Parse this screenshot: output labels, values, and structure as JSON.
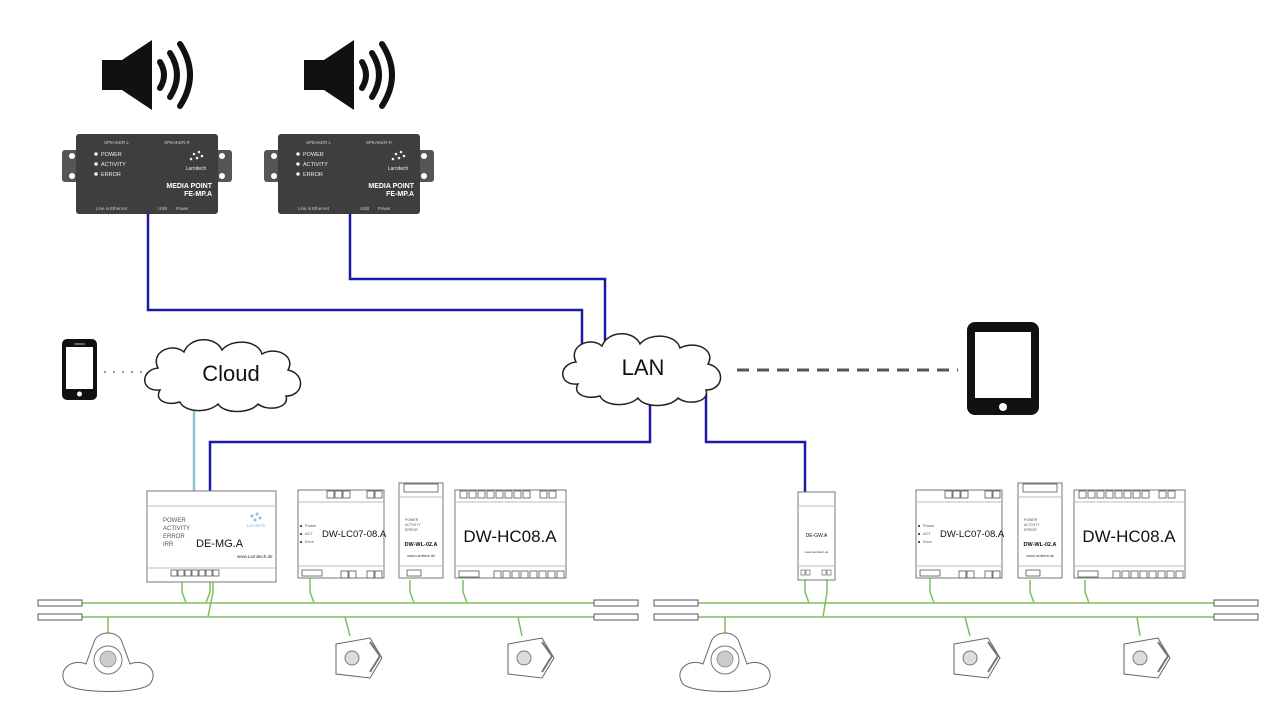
{
  "colors": {
    "lan_cable": "#1a1aa8",
    "cloud_cable": "#8fbfd0",
    "bus_line": "#7fbf5f",
    "device_dark": "#3c3c3c",
    "module_border": "#666666"
  },
  "cloud": {
    "label": "Cloud"
  },
  "lan": {
    "label": "LAN"
  },
  "media_points": [
    {
      "title1": "MEDIA POINT",
      "title2": "FE-MP.A",
      "leds": [
        "POWER",
        "ACTIVITY",
        "ERROR"
      ],
      "top_labels": [
        "SPEAKER L",
        "SPEAKER R"
      ],
      "brand": "Larnitech",
      "ports": [
        "Line in",
        "Ethernet",
        "USB",
        "Power"
      ]
    },
    {
      "title1": "MEDIA POINT",
      "title2": "FE-MP.A",
      "leds": [
        "POWER",
        "ACTIVITY",
        "ERROR"
      ],
      "top_labels": [
        "SPEAKER L",
        "SPEAKER R"
      ],
      "brand": "Larnitech",
      "ports": [
        "Line in",
        "Ethernet",
        "USB",
        "Power"
      ]
    }
  ],
  "gateway": {
    "name": "DE-MG.A",
    "leds": [
      "POWER",
      "ACTIVITY",
      "ERROR",
      "IRR"
    ],
    "url": "www.Larnitech.de",
    "brand": "Larnitech"
  },
  "gateway2": {
    "name": "DE-GW.A",
    "url": "www.Larnitech.de"
  },
  "groups": [
    {
      "lc": {
        "name": "DW-LC07-08.A",
        "leds": [
          "Power",
          "ACT",
          "Error"
        ]
      },
      "wl": {
        "name": "DW-WL-02.A",
        "url": "www.Larnitech.de",
        "leds": [
          "POWER",
          "ACTIVITY",
          "ERROR"
        ]
      },
      "hc": {
        "name": "DW-HC08.A"
      }
    },
    {
      "lc": {
        "name": "DW-LC07-08.A",
        "leds": [
          "Power",
          "ACT",
          "Error"
        ]
      },
      "wl": {
        "name": "DW-WL-02.A",
        "url": "www.Larnitech.de",
        "leds": [
          "POWER",
          "ACTIVITY",
          "ERROR"
        ]
      },
      "hc": {
        "name": "DW-HC08.A"
      }
    }
  ],
  "icons": [
    "speaker-icon",
    "speaker-icon",
    "smartphone-icon",
    "tablet-icon",
    "motion-sensor-icon",
    "room-sensor-icon"
  ]
}
